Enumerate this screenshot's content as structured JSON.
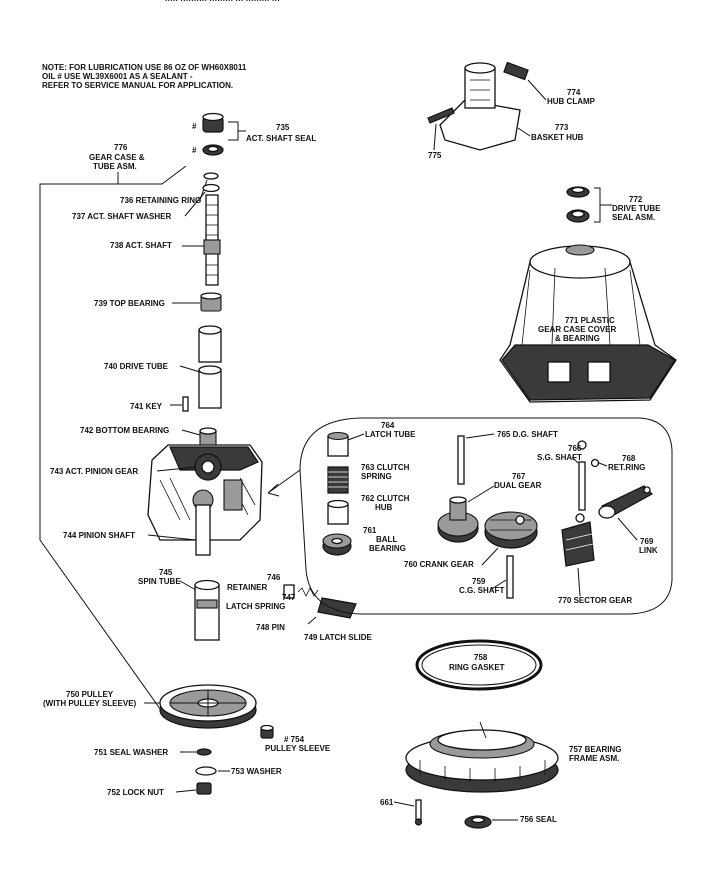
{
  "header": {
    "strip_text": "·····  ··········  ········· ··· ·········   ···"
  },
  "note": [
    "NOTE: FOR LUBRICATION USE 86 OZ OF WH60X8011",
    "OIL  # USE WL39X6001 AS A SEALANT -",
    "REFER TO SERVICE MANUAL FOR APPLICATION."
  ],
  "labels": {
    "p735": [
      "735",
      "ACT. SHAFT SEAL"
    ],
    "p776": [
      "776",
      "GEAR CASE &",
      "TUBE ASM."
    ],
    "p736": "736 RETAINING RING",
    "p737": "737  ACT. SHAFT WASHER",
    "p738": "738 ACT. SHAFT",
    "p739": "739 TOP BEARING",
    "p740": "740 DRIVE TUBE",
    "p741": "741 KEY",
    "p742a": "742 BOTTOM BEARING",
    "p743": "743 ACT. PINION GEAR",
    "p744": "744 PINION SHAFT",
    "p745": [
      "745",
      "SPIN TUBE"
    ],
    "p746": [
      "746",
      "RETAINER"
    ],
    "p747": [
      "747",
      "LATCH SPRING"
    ],
    "p748": "748 PIN",
    "p749": "749 LATCH SLIDE",
    "p750": [
      "750 PULLEY",
      "(WITH PULLEY SLEEVE)"
    ],
    "p751": "751 SEAL WASHER",
    "p753": "753 WASHER",
    "p752": "752 LOCK NUT",
    "p754": [
      "# 754",
      "PULLEY SLEEVE"
    ],
    "p774": [
      "774",
      "HUB CLAMP"
    ],
    "p773": [
      "773",
      "BASKET HUB"
    ],
    "p775": "775",
    "p772": [
      "772",
      "DRIVE TUBE",
      "SEAL ASM."
    ],
    "p771": [
      "771 PLASTIC",
      "GEAR CASE COVER",
      "& BEARING"
    ],
    "p764": [
      "764",
      "LATCH TUBE"
    ],
    "p765": "765 D.G. SHAFT",
    "p763": [
      "763 CLUTCH",
      "SPRING"
    ],
    "p767": [
      "767",
      "DUAL GEAR"
    ],
    "p766": [
      "766",
      "S.G. SHAFT"
    ],
    "p768": [
      "768",
      "RET.RING"
    ],
    "p762": [
      "762 CLUTCH",
      "HUB"
    ],
    "p761": [
      "761",
      "BALL",
      "BEARING"
    ],
    "p769": [
      "769",
      "LINK"
    ],
    "p760": "760 CRANK GEAR",
    "p759": [
      "759",
      "C.G. SHAFT"
    ],
    "p770": "770 SECTOR GEAR",
    "p758": [
      "758",
      "RING GASKET"
    ],
    "p757": [
      "757 BEARING",
      "FRAME ASM."
    ],
    "p661": "661",
    "p756": "756 SEAL",
    "hash1": "#",
    "hash2": "#"
  }
}
